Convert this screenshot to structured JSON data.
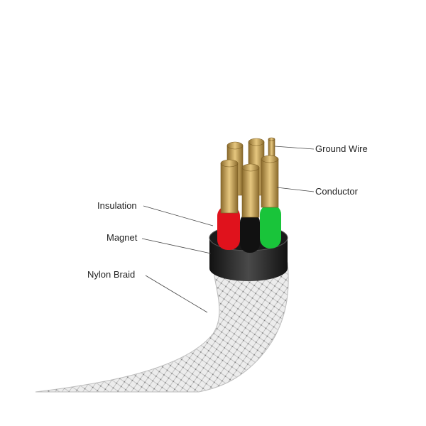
{
  "labels": {
    "ground_wire": "Ground Wire",
    "conductor": "Conductor",
    "insulation": "Insulation",
    "magnet": "Magnet",
    "nylon_braid": "Nylon Braid"
  },
  "colors": {
    "braid": "#e6e6e6",
    "magnet": "#2a2a2a",
    "insulation_red": "#e0121c",
    "insulation_black": "#111111",
    "insulation_green": "#19c43a",
    "conductor": "#c9a65a"
  }
}
